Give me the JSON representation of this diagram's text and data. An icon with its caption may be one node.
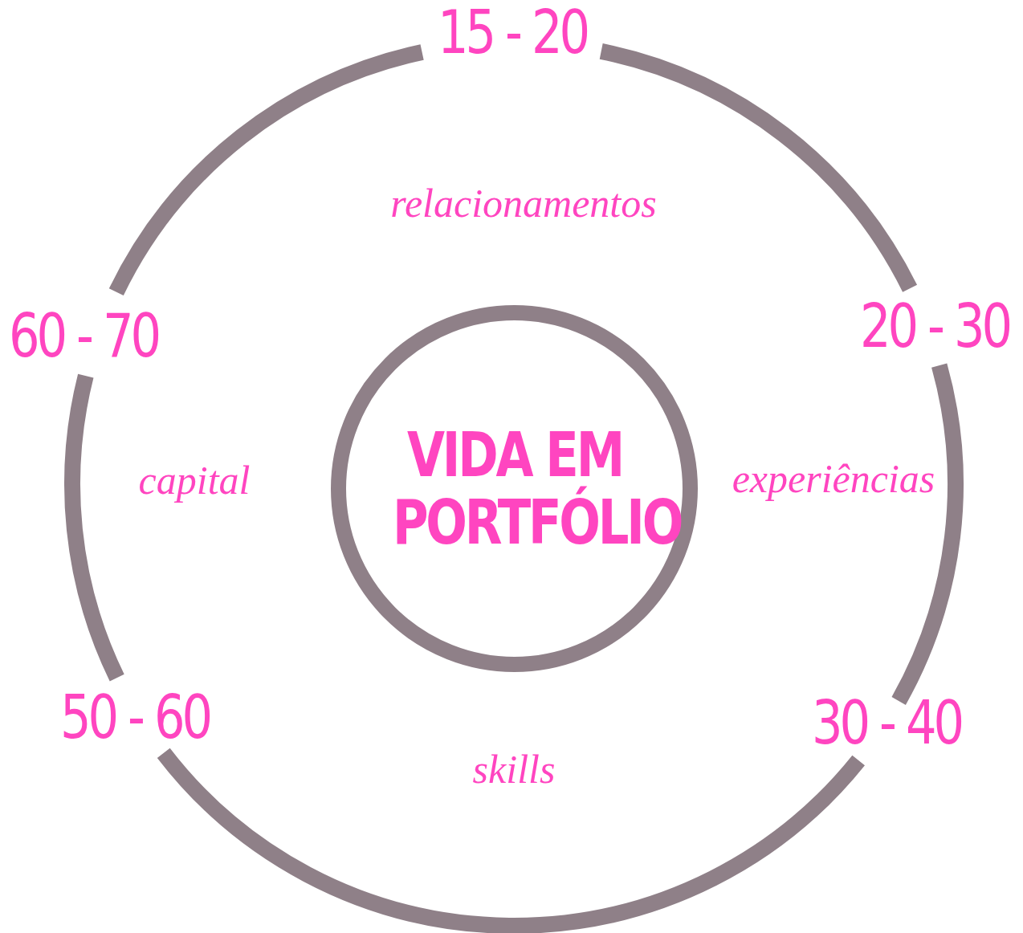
{
  "diagram": {
    "nodes": [
      {
        "text": [
          "VIDA EM PORTFÓLIO"
        ]
      }
    ],
    "labels": [
      "15 - 20",
      "relacionamentos",
      "60 - 70",
      "20 - 30",
      "capital",
      "experiências",
      "50 - 60",
      "30 - 40",
      "skills"
    ]
  }
}
